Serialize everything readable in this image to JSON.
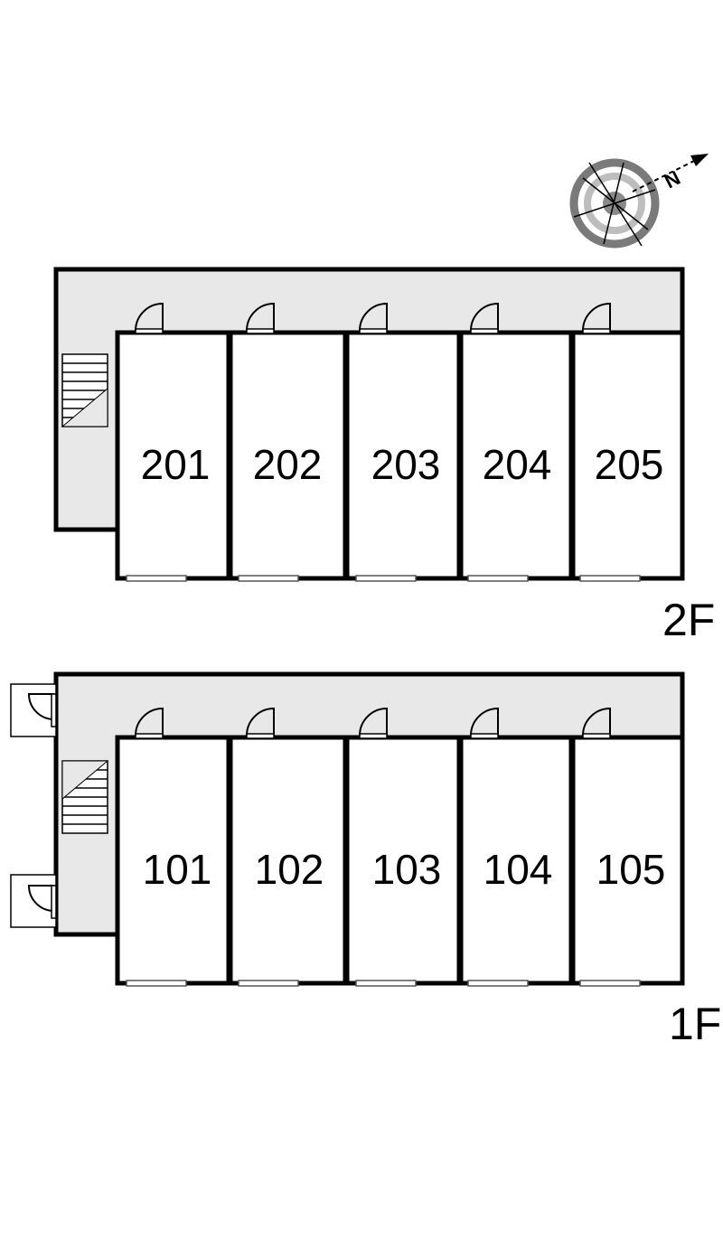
{
  "compass": {
    "label": "N",
    "icon": "north-compass-icon"
  },
  "floors": [
    {
      "id": "2f",
      "label": "2F",
      "units": [
        "201",
        "202",
        "203",
        "204",
        "205"
      ]
    },
    {
      "id": "1f",
      "label": "1F",
      "units": [
        "101",
        "102",
        "103",
        "104",
        "105"
      ]
    }
  ],
  "colors": {
    "corridor": "#e8e8e8",
    "wall": "#000000",
    "unit_fill": "#ffffff"
  }
}
